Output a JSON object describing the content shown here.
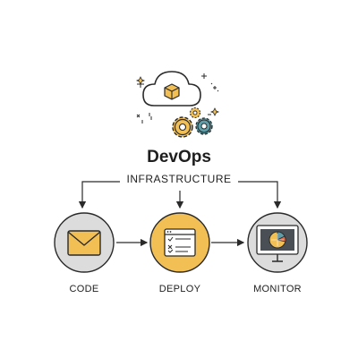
{
  "title": "DevOps",
  "infrastructure_label": "INFRASTRUCTURE",
  "steps": [
    {
      "label": "CODE",
      "icon": "envelope-icon"
    },
    {
      "label": "DEPLOY",
      "icon": "checklist-window-icon"
    },
    {
      "label": "MONITOR",
      "icon": "monitor-chart-icon"
    }
  ],
  "colors": {
    "accent": "#f2bf55",
    "circle_gray": "#dcdcdc",
    "gear_teal": "#5f9ea8",
    "stroke": "#2a2a2a",
    "screen": "#4a4f55"
  }
}
